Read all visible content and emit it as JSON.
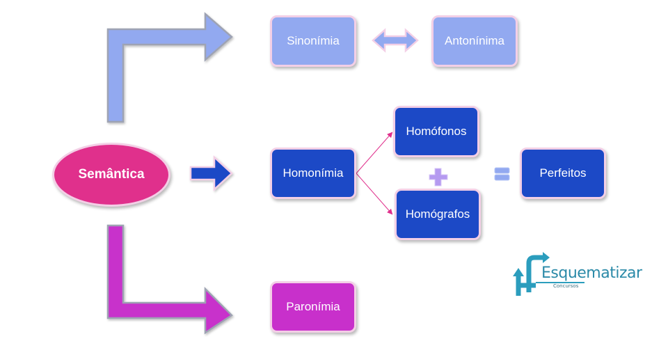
{
  "diagram": {
    "root": {
      "label": "Semântica",
      "color": "#e0308c"
    },
    "branches": {
      "top": {
        "arrow_color": "#92a9f0",
        "nodes": [
          {
            "label": "Sinonímia"
          },
          {
            "label": "Antonínima"
          }
        ],
        "connector": "double-arrow"
      },
      "middle": {
        "arrow_color": "#1c49c6",
        "node": {
          "label": "Homonímia"
        },
        "children": [
          {
            "label": "Homófonos"
          },
          {
            "label": "Homógrafos"
          }
        ],
        "operator_plus": "+",
        "operator_equals": "=",
        "result": {
          "label": "Perfeitos"
        }
      },
      "bottom": {
        "arrow_color": "#c830cb",
        "node": {
          "label": "Paronímia"
        }
      }
    }
  },
  "logo": {
    "name": "Esquematizar",
    "subtitle": "Concursos",
    "color": "#2b8aa8"
  }
}
